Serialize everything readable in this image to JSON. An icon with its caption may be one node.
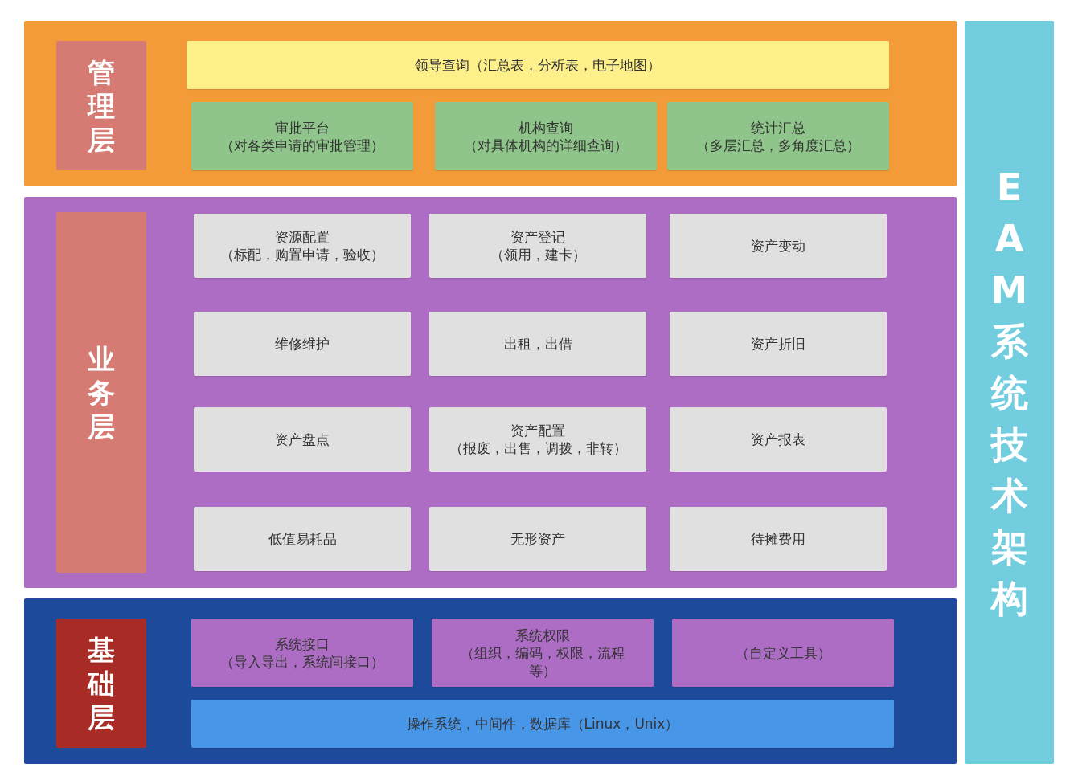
{
  "diagram": {
    "nodes": [
      {
        "text": [],
        "shape": "box"
      },
      {
        "text": [
          "管理层"
        ],
        "in": 0
      },
      {
        "text": [
          "领导查询（汇总表，分析表，电子地图）"
        ],
        "in": 0
      },
      {
        "text": [
          "审批平台",
          "（对各类申请的审批管理）"
        ],
        "in": 0
      },
      {
        "text": [
          "机构查询",
          "（对具体机构的详细查询）"
        ],
        "in": 0
      },
      {
        "text": [
          "统计汇总",
          "（多层汇总，多角度汇总）"
        ],
        "in": 0
      },
      {
        "text": [],
        "shape": "box"
      },
      {
        "text": [
          "业务层"
        ],
        "in": 6
      },
      {
        "text": [
          "资源配置",
          "（标配，购置申请，验收）"
        ],
        "in": 6
      },
      {
        "text": [
          "资产登记",
          "（领用，建卡）"
        ],
        "in": 6
      },
      {
        "text": [
          "资产变动"
        ],
        "in": 6
      },
      {
        "text": [
          "维修维护"
        ],
        "in": 6
      },
      {
        "text": [
          "出租，出借"
        ],
        "in": 6
      },
      {
        "text": [
          "资产折旧"
        ],
        "in": 6
      },
      {
        "text": [
          "资产盘点"
        ],
        "in": 6
      },
      {
        "text": [
          "资产配置",
          "（报废，出售，调拨，非转）"
        ],
        "in": 6
      },
      {
        "text": [
          "资产报表"
        ],
        "in": 6
      },
      {
        "text": [
          "低值易耗品"
        ],
        "in": 6
      },
      {
        "text": [
          "无形资产"
        ],
        "in": 6
      },
      {
        "text": [
          "待摊费用"
        ],
        "in": 6
      },
      {
        "text": [],
        "shape": "box"
      },
      {
        "text": [
          "基础层"
        ],
        "in": 20
      },
      {
        "text": [
          "系统接口",
          "（导入导出，系统间接口）"
        ],
        "in": 20
      },
      {
        "text": [
          "系统权限",
          "（组织，编码，权限，流程等）"
        ],
        "in": 20
      },
      {
        "text": [
          "（自定义工具）"
        ],
        "in": 20
      },
      {
        "text": [
          "操作系统，中间件，数据库（Linux，Unix）"
        ],
        "in": 20
      },
      {
        "text": [
          "EAM系统技术架构"
        ]
      }
    ]
  }
}
